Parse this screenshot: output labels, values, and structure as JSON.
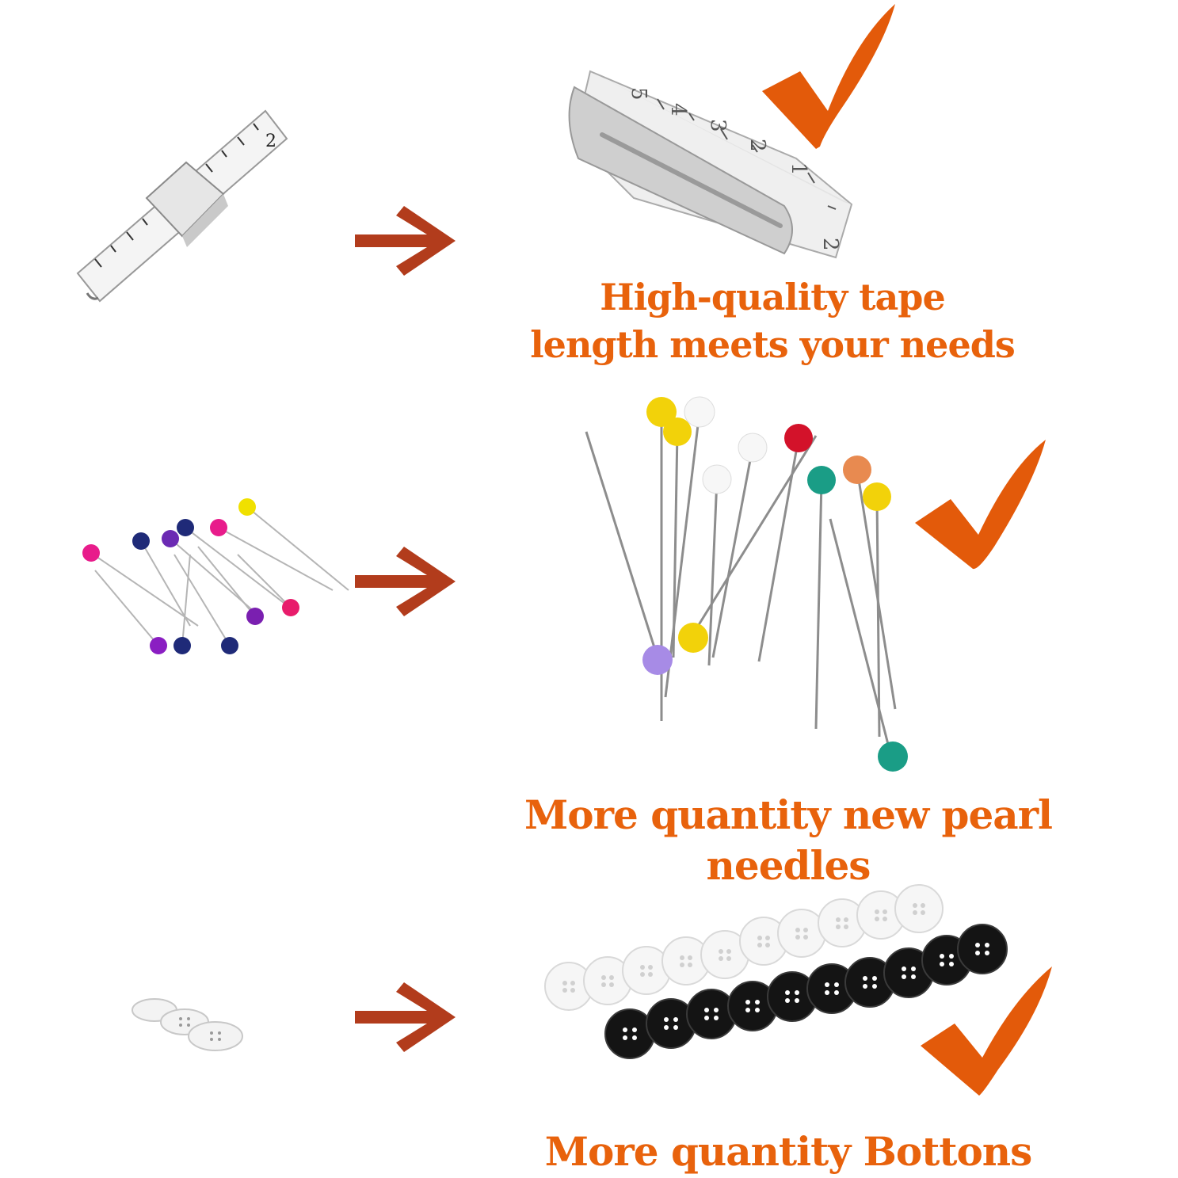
{
  "colors": {
    "accent": "#e8620c",
    "arrow": "#b23c1c",
    "check": "#e35a0a"
  },
  "sections": [
    {
      "caption_line1": "High-quality tape",
      "caption_line2": "length meets your needs",
      "before_item": "tape-measure-small",
      "after_item": "tape-measure-large",
      "arrow_icon": "arrow-right-icon",
      "check_icon": "checkmark-icon"
    },
    {
      "caption": "More quantity new pearl needles",
      "before_item": "pearl-pins-small",
      "after_item": "pearl-pins-large",
      "arrow_icon": "arrow-right-icon",
      "check_icon": "checkmark-icon"
    },
    {
      "caption": "More quantity Bottons",
      "before_item": "buttons-few",
      "after_item": "buttons-many",
      "arrow_icon": "arrow-right-icon",
      "check_icon": "checkmark-icon"
    }
  ]
}
